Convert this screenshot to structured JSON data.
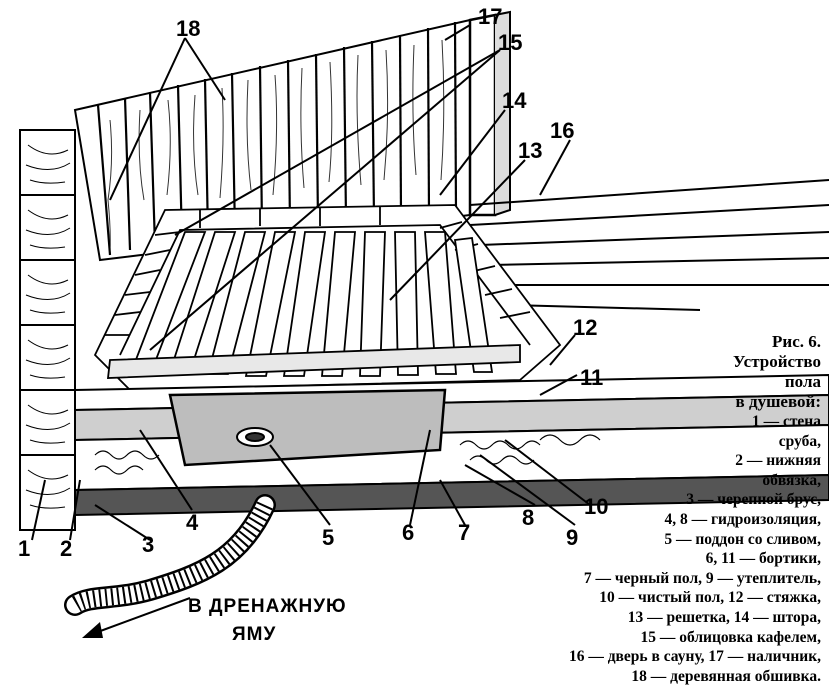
{
  "figure": {
    "callouts": {
      "n1": "1",
      "n2": "2",
      "n3": "3",
      "n4": "4",
      "n5": "5",
      "n6": "6",
      "n7": "7",
      "n8": "8",
      "n9": "9",
      "n10": "10",
      "n11": "11",
      "n12": "12",
      "n13": "13",
      "n14": "14",
      "n15": "15",
      "n16": "16",
      "n17": "17",
      "n18": "18"
    },
    "drain_note": [
      "В ДРЕНАЖНУЮ",
      "ЯМУ"
    ]
  },
  "caption": {
    "lines": [
      "Рис. 6.",
      "Устройство",
      "пола",
      "в душевой:",
      "1 — стена",
      "сруба,",
      "2 — нижняя",
      "обвязка,",
      "3 — черепной брус,",
      "4, 8 — гидроизоляция,",
      "5 — поддон со сливом,",
      "6, 11 — бортики,",
      "7 — черный пол, 9 — утеплитель,",
      "10 — чистый пол, 12 — стяжка,",
      "13 — решетка, 14 — штора,",
      "15 — облицовка кафелем,",
      "16 — дверь в сауну, 17 — наличник,",
      "18 — деревянная обшивка."
    ]
  }
}
